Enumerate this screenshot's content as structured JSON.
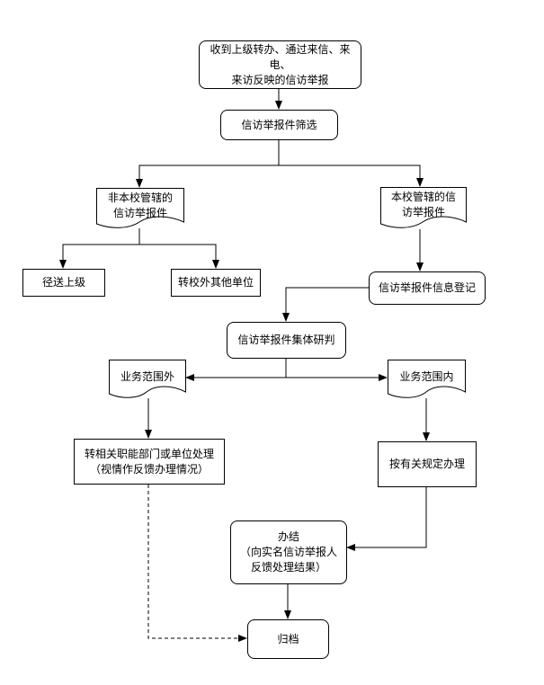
{
  "nodes": {
    "source": "收到上级转办、通过来信、来电、\n来访反映的信访举报",
    "screen": "信访举报件筛选",
    "non_school": "非本校管辖的\n信访举报件",
    "school": "本校管辖的信\n访举报件",
    "forward_superior": "径送上级",
    "forward_other": "转校外其他单位",
    "register": "信访举报件信息登记",
    "study": "信访举报件集体研判",
    "out_scope": "业务范围外",
    "in_scope": "业务范围内",
    "transfer": "转相关职能部门或单位处理\n（视情作反馈办理情况）",
    "handle": "按有关规定办理",
    "complete": "办结\n（向实名信访举报人\n反馈处理结果）",
    "archive": "归档"
  }
}
